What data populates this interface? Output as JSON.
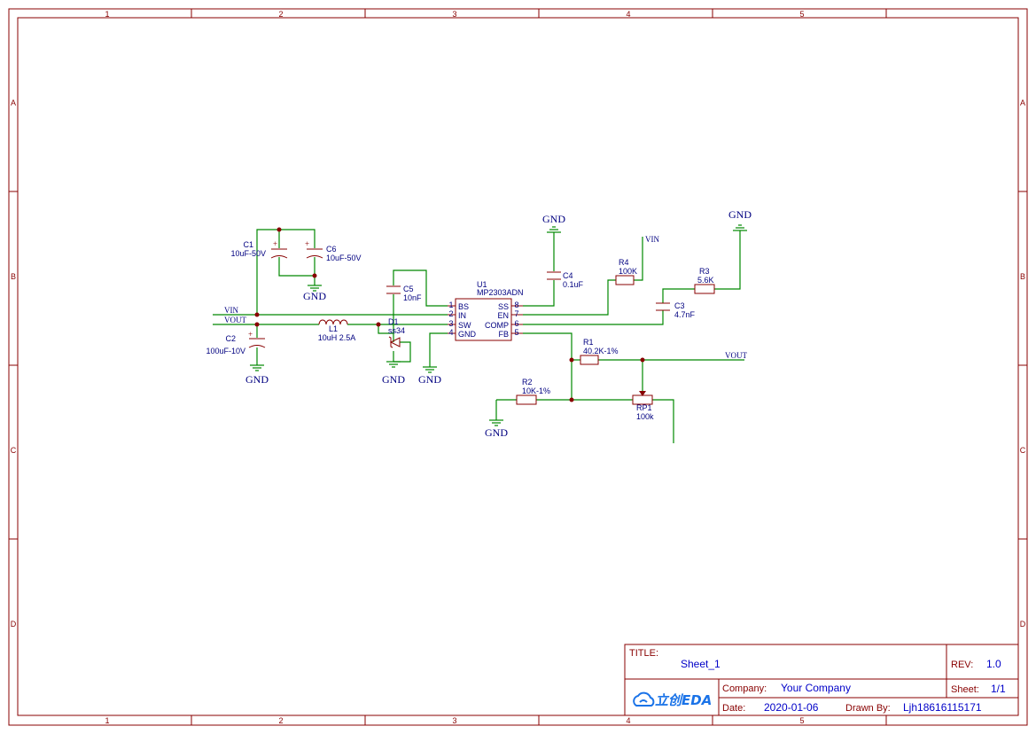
{
  "frame": {
    "columns": [
      "1",
      "2",
      "3",
      "4",
      "5"
    ],
    "rows": [
      "A",
      "B",
      "C",
      "D"
    ]
  },
  "nets": {
    "vin_left": "VIN",
    "vout_left": "VOUT",
    "vin_r4": "VIN",
    "vout_r1": "VOUT",
    "gnd": "GND"
  },
  "components": {
    "c1": {
      "ref": "C1",
      "value": "10uF-50V"
    },
    "c6": {
      "ref": "C6",
      "value": "10uF-50V"
    },
    "c2": {
      "ref": "C2",
      "value": "100uF-10V"
    },
    "c5": {
      "ref": "C5",
      "value": "10nF"
    },
    "c4": {
      "ref": "C4",
      "value": "0.1uF"
    },
    "c3": {
      "ref": "C3",
      "value": "4.7nF"
    },
    "l1": {
      "ref": "L1",
      "value": "10uH 2.5A"
    },
    "d1": {
      "ref": "D1",
      "value": "ss34"
    },
    "r4": {
      "ref": "R4",
      "value": "100K"
    },
    "r3": {
      "ref": "R3",
      "value": "5.6K"
    },
    "r1": {
      "ref": "R1",
      "value": "40.2K-1%"
    },
    "r2": {
      "ref": "R2",
      "value": "10K-1%"
    },
    "rp1": {
      "ref": "RP1",
      "value": "100k"
    },
    "u1": {
      "ref": "U1",
      "value": "MP2303ADN",
      "left_pins": [
        {
          "num": "1",
          "name": "BS"
        },
        {
          "num": "2",
          "name": "IN"
        },
        {
          "num": "3",
          "name": "SW"
        },
        {
          "num": "4",
          "name": "GND"
        }
      ],
      "right_pins": [
        {
          "num": "8",
          "name": "SS"
        },
        {
          "num": "7",
          "name": "EN"
        },
        {
          "num": "6",
          "name": "COMP"
        },
        {
          "num": "5",
          "name": "FB"
        }
      ]
    }
  },
  "title_block": {
    "title_label": "TITLE:",
    "title": "Sheet_1",
    "rev_label": "REV:",
    "rev": "1.0",
    "company_label": "Company:",
    "company": "Your Company",
    "sheet_label": "Sheet:",
    "sheet": "1/1",
    "date_label": "Date:",
    "date": "2020-01-06",
    "drawn_label": "Drawn By:",
    "drawn_by": "Ljh18616115171",
    "logo_text": "立创EDA",
    "logo_icon": "cloud-icon",
    "logo_color": "#1a73e8"
  },
  "colors": {
    "frame": "#880000",
    "wire": "#008800",
    "text": "#000080",
    "junction": "#880000"
  }
}
